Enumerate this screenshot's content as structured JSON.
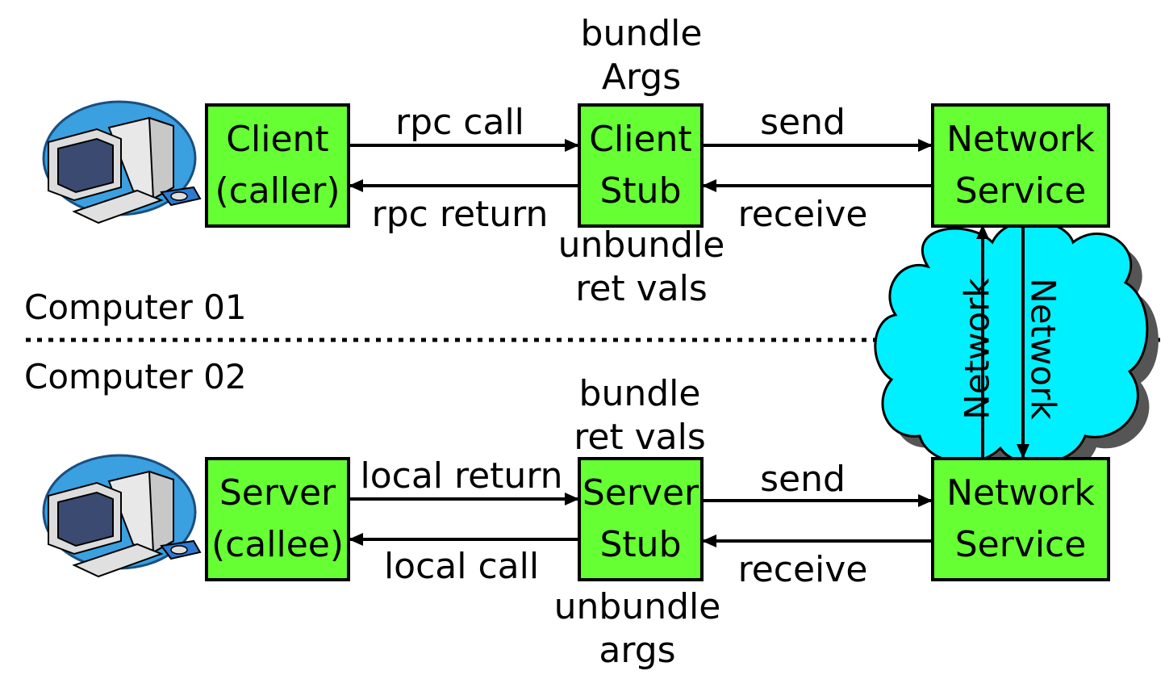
{
  "top": {
    "client_box": [
      "Client",
      "(caller)"
    ],
    "client_stub_box": [
      "Client",
      "Stub"
    ],
    "network_service_box": [
      "Network",
      "Service"
    ],
    "rpc_call": "rpc call",
    "rpc_return": "rpc return",
    "bundle_args": [
      "bundle",
      "Args"
    ],
    "unbundle_ret_vals": [
      "unbundle",
      "ret vals"
    ],
    "send": "send",
    "receive": "receive"
  },
  "computer_01": "Computer 01",
  "computer_02": "Computer 02",
  "network_left": "Network",
  "network_right": "Network",
  "bottom": {
    "server_box": [
      "Server",
      "(callee)"
    ],
    "server_stub_box": [
      "Server",
      "Stub"
    ],
    "network_service_box": [
      "Network",
      "Service"
    ],
    "local_return": "local return",
    "local_call": "local call",
    "bundle_ret_vals": [
      "bundle",
      "ret vals"
    ],
    "unbundle_args": [
      "unbundle",
      "args"
    ],
    "send": "send",
    "receive": "receive"
  },
  "colors": {
    "box_fill": "#66ff33",
    "cloud_fill": "#00f0ff",
    "ellipse_fill": "#3aa0e0"
  },
  "icons": {
    "computer": "desktop-computer-icon"
  }
}
